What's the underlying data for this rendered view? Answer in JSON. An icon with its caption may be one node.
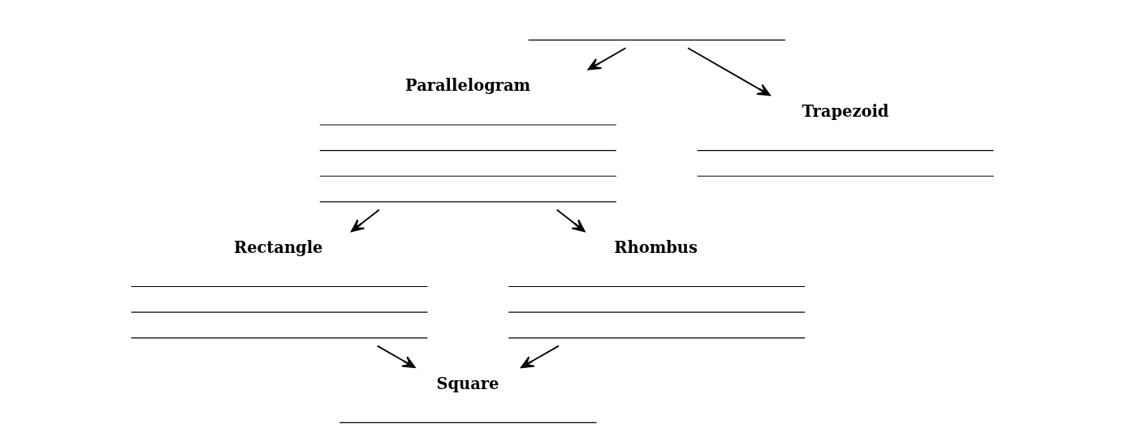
{
  "diagram": {
    "nodes": [
      {
        "text": [],
        "shape": "line"
      },
      {
        "text": [
          "Parallelogram"
        ]
      },
      {
        "text": [
          "Trapezoid"
        ]
      },
      {
        "text": [
          "Rectangle"
        ]
      },
      {
        "text": [
          "Rhombus"
        ]
      },
      {
        "text": [
          "Square"
        ]
      }
    ],
    "edges": [
      {
        "from": 0,
        "to": 1,
        "arrow": "to"
      },
      {
        "from": 0,
        "to": 2,
        "arrow": "to"
      },
      {
        "from": 1,
        "to": 3,
        "arrow": "to"
      },
      {
        "from": 1,
        "to": 4,
        "arrow": "to"
      },
      {
        "from": 3,
        "to": 5,
        "arrow": "to"
      },
      {
        "from": 4,
        "to": 5,
        "arrow": "to"
      }
    ]
  }
}
